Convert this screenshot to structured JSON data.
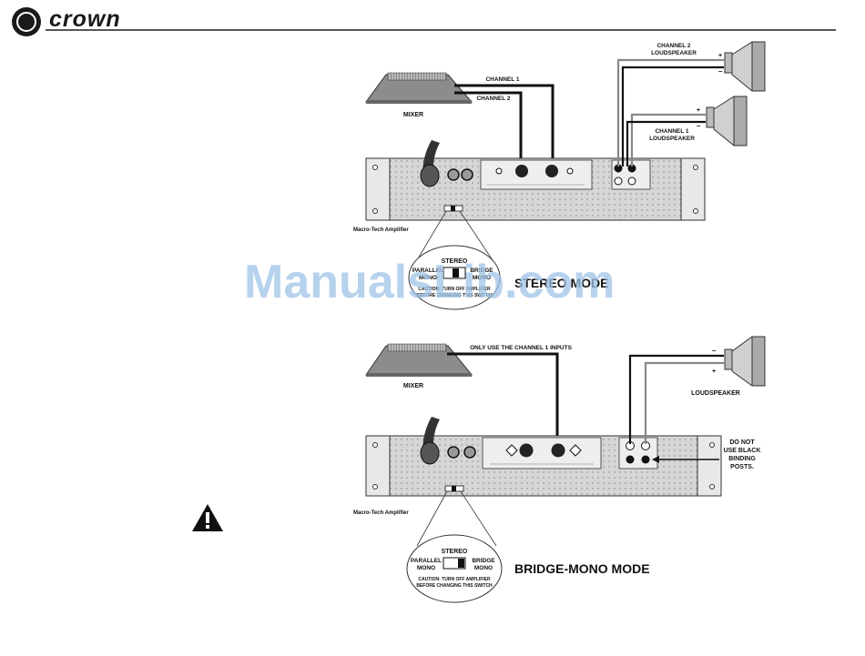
{
  "brand": {
    "name": "crown"
  },
  "watermark": "ManualsLib.com",
  "stereo": {
    "channel1": "CHANNEL 1",
    "channel2": "CHANNEL 2",
    "mixer": "MIXER",
    "ch2_speaker_l1": "CHANNEL 2",
    "ch2_speaker_l2": "LOUDSPEAKER",
    "ch1_speaker_l1": "CHANNEL 1",
    "ch1_speaker_l2": "LOUDSPEAKER",
    "amp_label": "Macro-Tech Amplifier",
    "sw_stereo": "STEREO",
    "sw_parallel_1": "PARALLEL",
    "sw_parallel_2": "MONO",
    "sw_bridge_1": "BRIDGE",
    "sw_bridge_2": "MONO",
    "sw_caution_1": "CAUTION: TURN OFF AMPLIFIER",
    "sw_caution_2": "BEFORE CHANGING THIS SWITCH",
    "mode_title": "STEREO MODE",
    "plus": "+",
    "minus": "–"
  },
  "bridge": {
    "only_ch1": "ONLY USE THE CHANNEL 1 INPUTS",
    "mixer": "MIXER",
    "loudspeaker": "LOUDSPEAKER",
    "do_not_1": "DO NOT",
    "do_not_2": "USE BLACK",
    "do_not_3": "BINDING",
    "do_not_4": "POSTS.",
    "amp_label": "Macro-Tech Amplifier",
    "sw_stereo": "STEREO",
    "sw_parallel_1": "PARALLEL",
    "sw_parallel_2": "MONO",
    "sw_bridge_1": "BRIDGE",
    "sw_bridge_2": "MONO",
    "sw_caution_1": "CAUTION: TURN OFF AMPLIFIER",
    "sw_caution_2": "BEFORE CHANGING THIS SWITCH",
    "mode_title": "BRIDGE-MONO MODE",
    "plus": "+",
    "minus": "–"
  },
  "colors": {
    "ink": "#111111",
    "wire_gray": "#888888",
    "panel": "#dddddd",
    "watermark": "#9fc4e8"
  },
  "icons": [
    "crown-logo-icon",
    "warning-triangle-icon"
  ]
}
